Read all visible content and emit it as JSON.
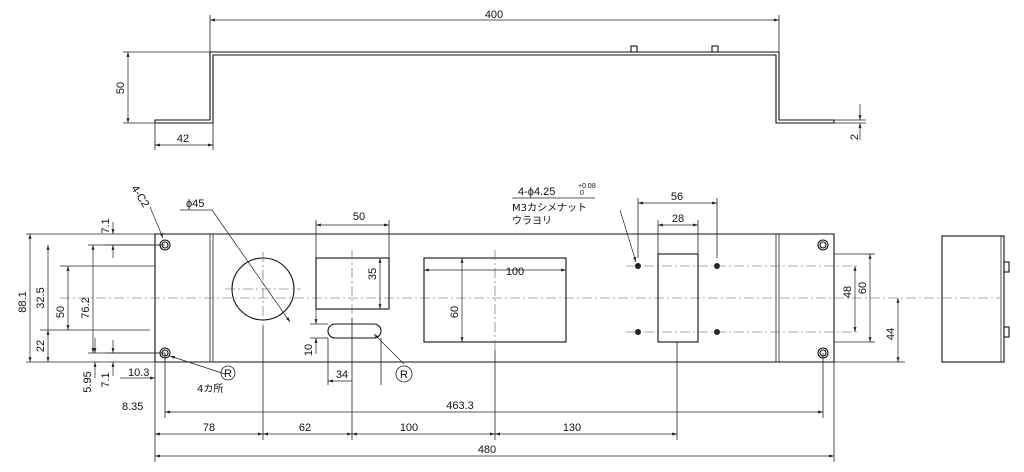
{
  "side_view": {
    "width_400": "400",
    "height_50": "50",
    "flange_42": "42",
    "thickness_2": "2"
  },
  "plan_view": {
    "chamfer_note": "4-C2",
    "hole_dia": "ϕ45",
    "slot_box_50": "50",
    "slot_box_35": "35",
    "rect_100": "100",
    "rect_60": "60",
    "slot_10": "10",
    "slot_34": "34",
    "slot_r": "R",
    "corner_r": "R",
    "corner_r_note": "4カ所",
    "left_7_1_top": "7.1",
    "left_7_1_bottom": "7.1",
    "left_88_1": "88.1",
    "left_32_5": "32.5",
    "left_50": "50",
    "left_76_2": "76.2",
    "left_22": "22",
    "left_5_95": "5.95",
    "left_10_3": "10.3",
    "left_8_35": "8.35",
    "overall_463_3": "463.3",
    "seg_78": "78",
    "seg_62": "62",
    "seg_100": "100",
    "seg_130": "130",
    "overall_480": "480",
    "nut_count_dia": "4-ϕ4.25",
    "nut_tol_upper": "+0.08",
    "nut_tol_lower": "0",
    "nut_note_line1": "M3カシメナット",
    "nut_note_line2": "ウラヨリ",
    "nut_56": "56",
    "nut_28": "28",
    "nut_48": "48",
    "nut_60": "60",
    "right_44": "44"
  }
}
